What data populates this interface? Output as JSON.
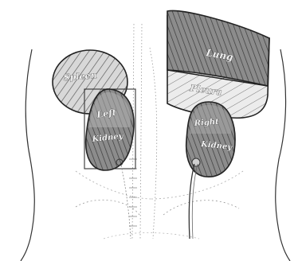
{
  "labels": {
    "spleen": "Spleen",
    "left_kidney_line1": "Left",
    "left_kidney_line2": "Kidney",
    "lung": "Lung",
    "pleura": "Pleura",
    "right_kidney_line1": "Right",
    "right_kidney_line2": "Kidney"
  },
  "colors": {
    "background": "#ffffff",
    "outline": "#222222",
    "shading_light": "#c8c8c8",
    "shading_mid": "#9a9a9a",
    "shading_dark": "#5f5f5f",
    "hatch": "#444444"
  }
}
